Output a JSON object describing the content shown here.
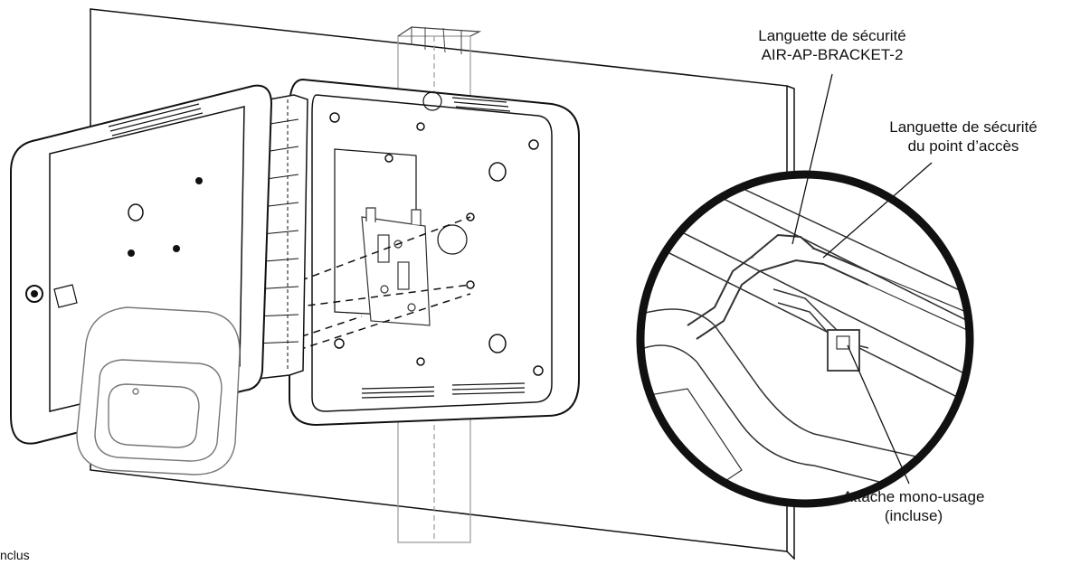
{
  "labels": {
    "bracket_tab": {
      "line1": "Languette de sécurité",
      "line2": "AIR-AP-BRACKET-2"
    },
    "ap_tab": {
      "line1": "Languette de sécurité",
      "line2": "du point d’accès"
    },
    "cable_tie": {
      "line1": "Attache mono-usage",
      "line2": "(incluse)"
    },
    "footer_fragment": "nclus"
  },
  "colors": {
    "line": "#111111",
    "light_line": "#8a8a8a",
    "fill": "#ffffff"
  }
}
